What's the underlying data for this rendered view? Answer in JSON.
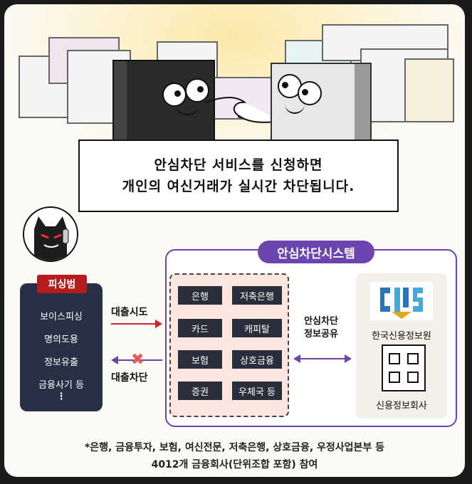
{
  "speech": {
    "line1": "안심차단 서비스를 신청하면",
    "line2": "개인의 여신거래가 실시간 차단됩니다."
  },
  "phisher": {
    "badge": "피싱범",
    "items": [
      "보이스피싱",
      "명의도용",
      "정보유출",
      "금융사기 등",
      "⋮"
    ]
  },
  "flows": {
    "attempt": "대출시도",
    "blocked": "대출차단",
    "share_line1": "안심차단",
    "share_line2": "정보공유"
  },
  "system": {
    "title": "안심차단시스템",
    "institutions": [
      "은행",
      "저축은행",
      "카드",
      "캐피탈",
      "보험",
      "상호금융",
      "증권",
      "우체국 등"
    ]
  },
  "kcis": {
    "name": "한국신용정보원",
    "company": "신용정보회사"
  },
  "footnote": {
    "line1": "*은행, 금융투자, 보험, 여신전문, 저축은행, 상호금융, 우정사업본부 등",
    "line2": "4012개 금융회사(단위조합 포함) 참여"
  },
  "colors": {
    "purple": "#6b44b0",
    "red": "#c9252b",
    "navy": "#273044"
  }
}
